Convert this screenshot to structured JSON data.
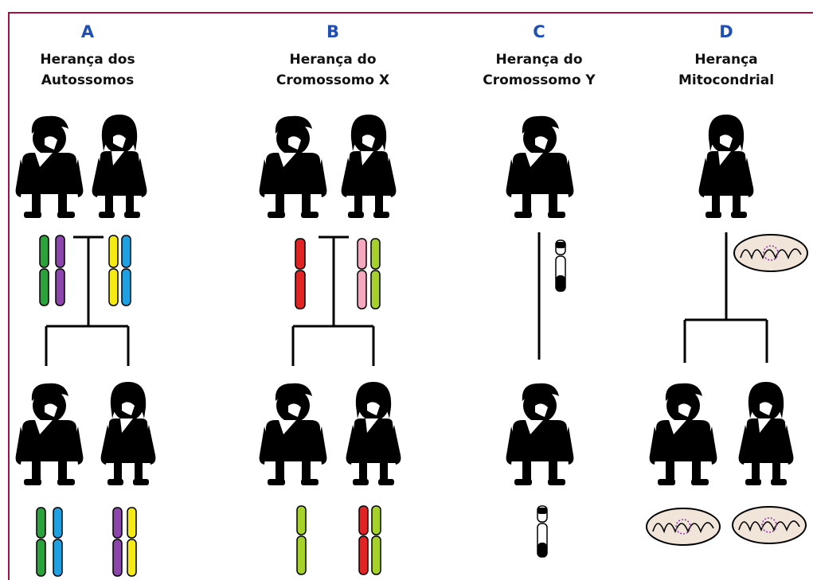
{
  "panels": [
    {
      "letter": "A",
      "title_line1": "Herança dos",
      "title_line2": "Autossomos"
    },
    {
      "letter": "B",
      "title_line1": "Herança do",
      "title_line2": "Cromossomo X"
    },
    {
      "letter": "C",
      "title_line1": "Herança do",
      "title_line2": "Cromossomo Y"
    },
    {
      "letter": "D",
      "title_line1": "Herança",
      "title_line2": "Mitocondrial"
    }
  ],
  "colors": {
    "accent_letter": "#1f4fb5",
    "frame_border": "#a3104a",
    "green": "#2aa33a",
    "purple": "#8e44ad",
    "yellow": "#f5ea14",
    "blue": "#1fa0e0",
    "red": "#e02424",
    "pink": "#f4a9c0",
    "lime": "#a6d12a",
    "mito_fill": "#f1e4d8"
  }
}
